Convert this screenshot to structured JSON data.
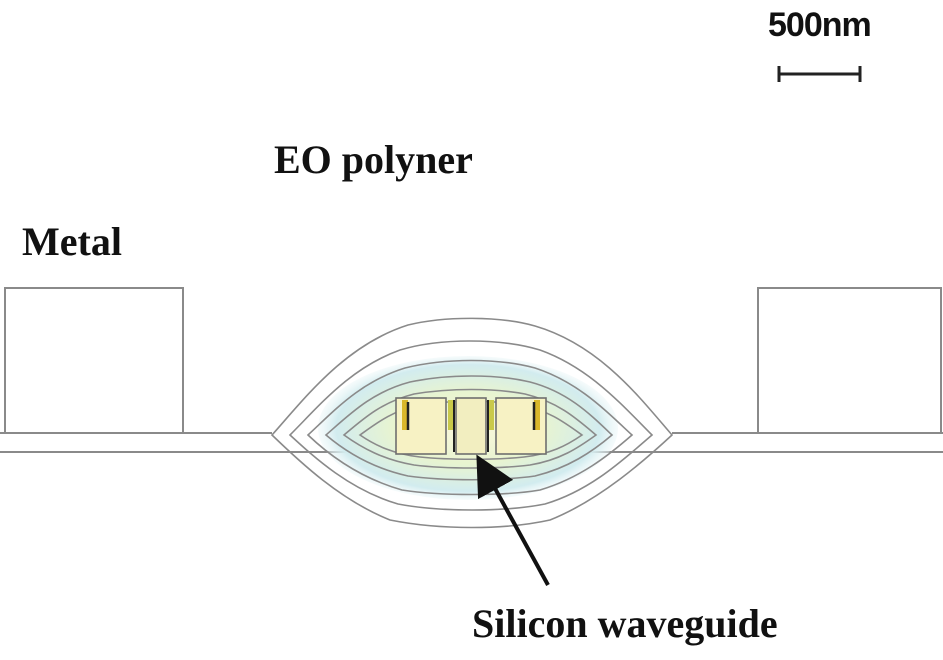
{
  "scale_bar": {
    "label": "500nm"
  },
  "labels": {
    "eo_polymer": "EO polyner",
    "metal": "Metal",
    "silicon_waveguide": "Silicon waveguide"
  },
  "colors": {
    "line": "#8a8a8a",
    "text": "#111111",
    "mode_core": "#f3efc0",
    "mode_halo": "#cfe9f0",
    "mode_glow": "#e8f4d0",
    "hotspot": "#d9b72a"
  }
}
